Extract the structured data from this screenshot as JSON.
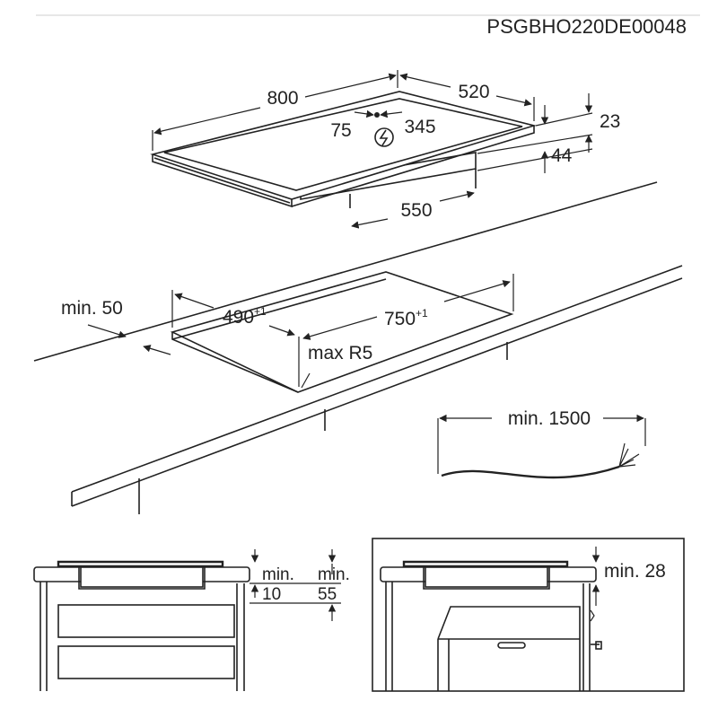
{
  "header": {
    "code": "PSGBHO220DE00048"
  },
  "hob": {
    "width": "800",
    "depth": "520",
    "cable_offset_left": "75",
    "cable_offset_right": "345",
    "glass_thickness": "23",
    "total_height": "44",
    "bottom_width": "550"
  },
  "cutout": {
    "depth": "490",
    "depth_tol": "+1",
    "width": "750",
    "width_tol": "+1",
    "min_edge": "min. 50",
    "radius": "max R5"
  },
  "cable": {
    "min_length": "min. 1500"
  },
  "drawer_install": {
    "gap_label_1": "min.",
    "gap_value_1": "10",
    "gap_label_2": "min.",
    "gap_value_2": "55"
  },
  "oven_install": {
    "gap": "min. 28"
  }
}
